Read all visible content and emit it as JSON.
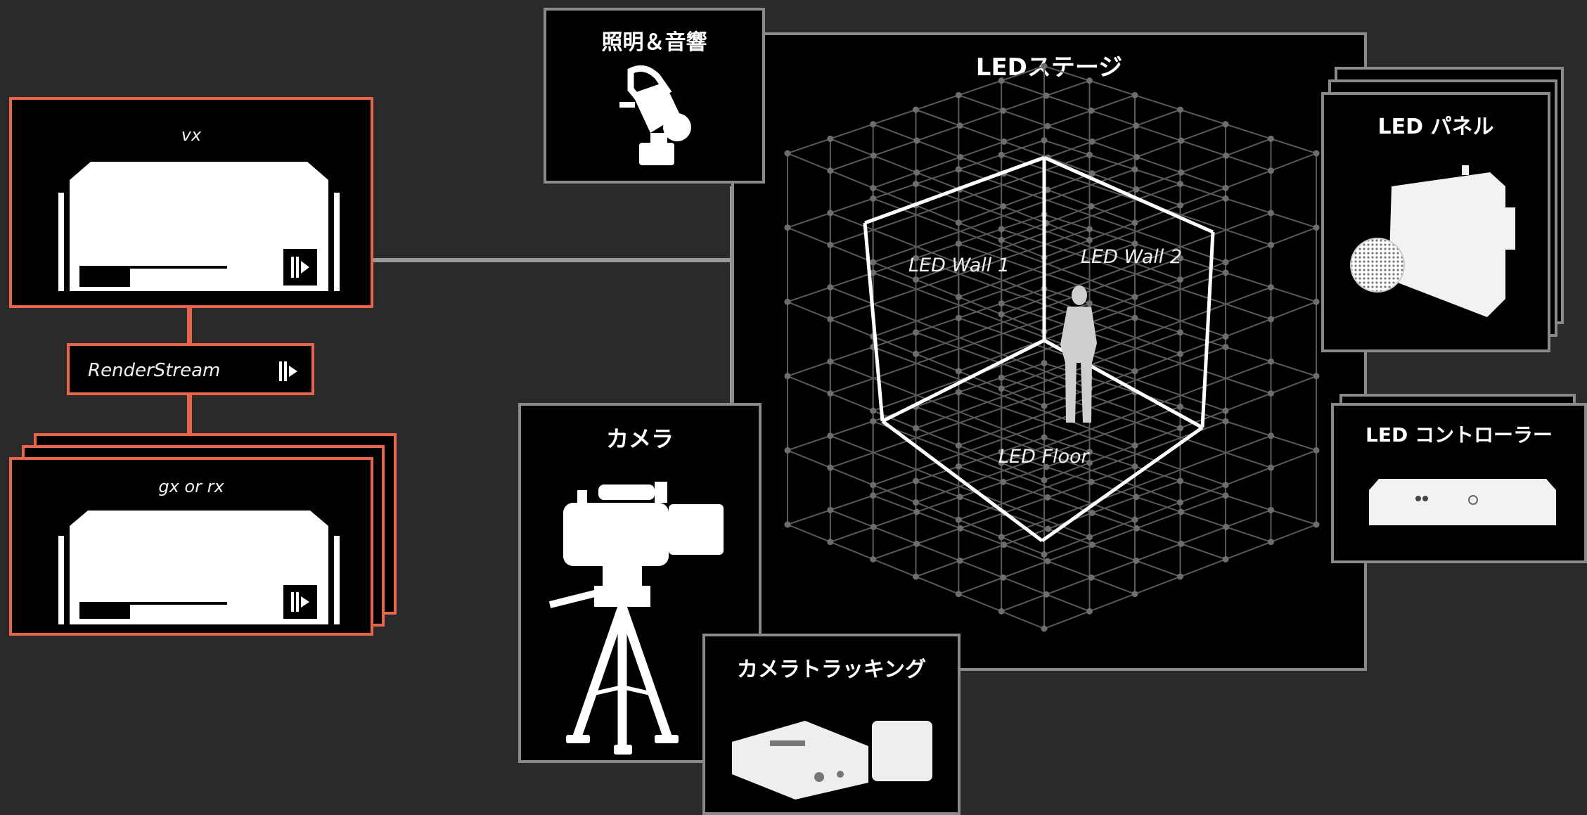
{
  "stage": {
    "title": "LEDステージ",
    "wall1": "LED Wall 1",
    "wall2": "LED Wall 2",
    "floor": "LED Floor"
  },
  "lighting": {
    "title": "照明＆音響"
  },
  "camera": {
    "title": "カメラ"
  },
  "tracking": {
    "title": "カメラトラッキング"
  },
  "panel": {
    "title": "LED パネル"
  },
  "controller": {
    "title": "LED コントローラー"
  },
  "vx": {
    "title": "vx"
  },
  "renderstream": {
    "label": "RenderStream"
  },
  "gxrx": {
    "title": "gx or rx"
  },
  "colors": {
    "background": "#2b2a2a",
    "accent": "#e8644b",
    "border": "#8a8a8a"
  }
}
